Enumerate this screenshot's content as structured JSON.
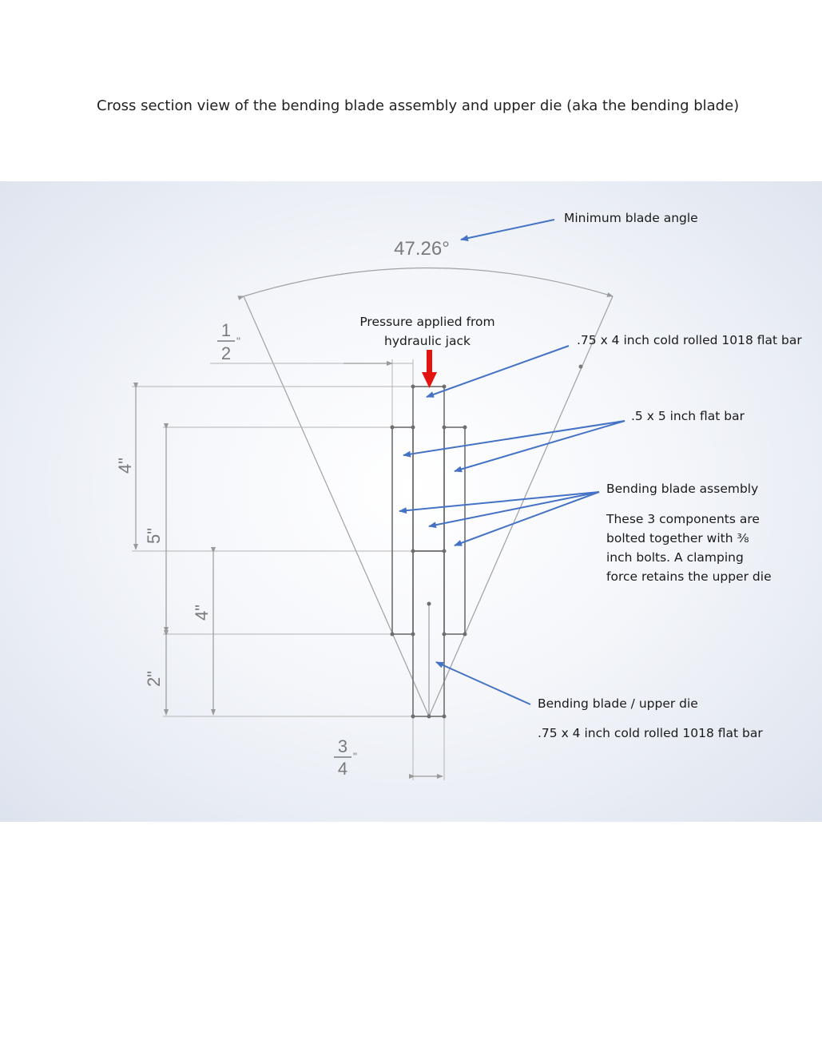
{
  "page": {
    "title": "Cross section view of the bending blade assembly and upper die (aka the bending blade)"
  },
  "annotations": {
    "min_angle": "Minimum blade angle",
    "pressure_line1": "Pressure applied from",
    "pressure_line2": "hydraulic jack",
    "top_bar": ".75 x 4 inch cold rolled 1018 flat bar",
    "side_bars": ".5 x 5 inch flat bar",
    "assembly": "Bending blade assembly",
    "assembly_note": "These 3 components are bolted together with ⅜ inch bolts. A clamping force retains the upper die",
    "upper_die": "Bending blade / upper die",
    "upper_die_bar": ".75 x 4 inch cold rolled 1018 flat bar"
  },
  "dimensions": {
    "angle": "47.26°",
    "half_num": "1",
    "half_den": "2",
    "half_unit": "\"",
    "four_upper": "4\"",
    "five": "5\"",
    "four_lower": "4\"",
    "two": "2\"",
    "three_quarter_num": "3",
    "three_quarter_den": "4",
    "three_quarter_unit": "\""
  },
  "colors": {
    "annotation_arrow": "#4472c4",
    "pressure_arrow": "#e3130f",
    "outline": "#6e6e6e",
    "dimension": "#9a9a9a"
  }
}
